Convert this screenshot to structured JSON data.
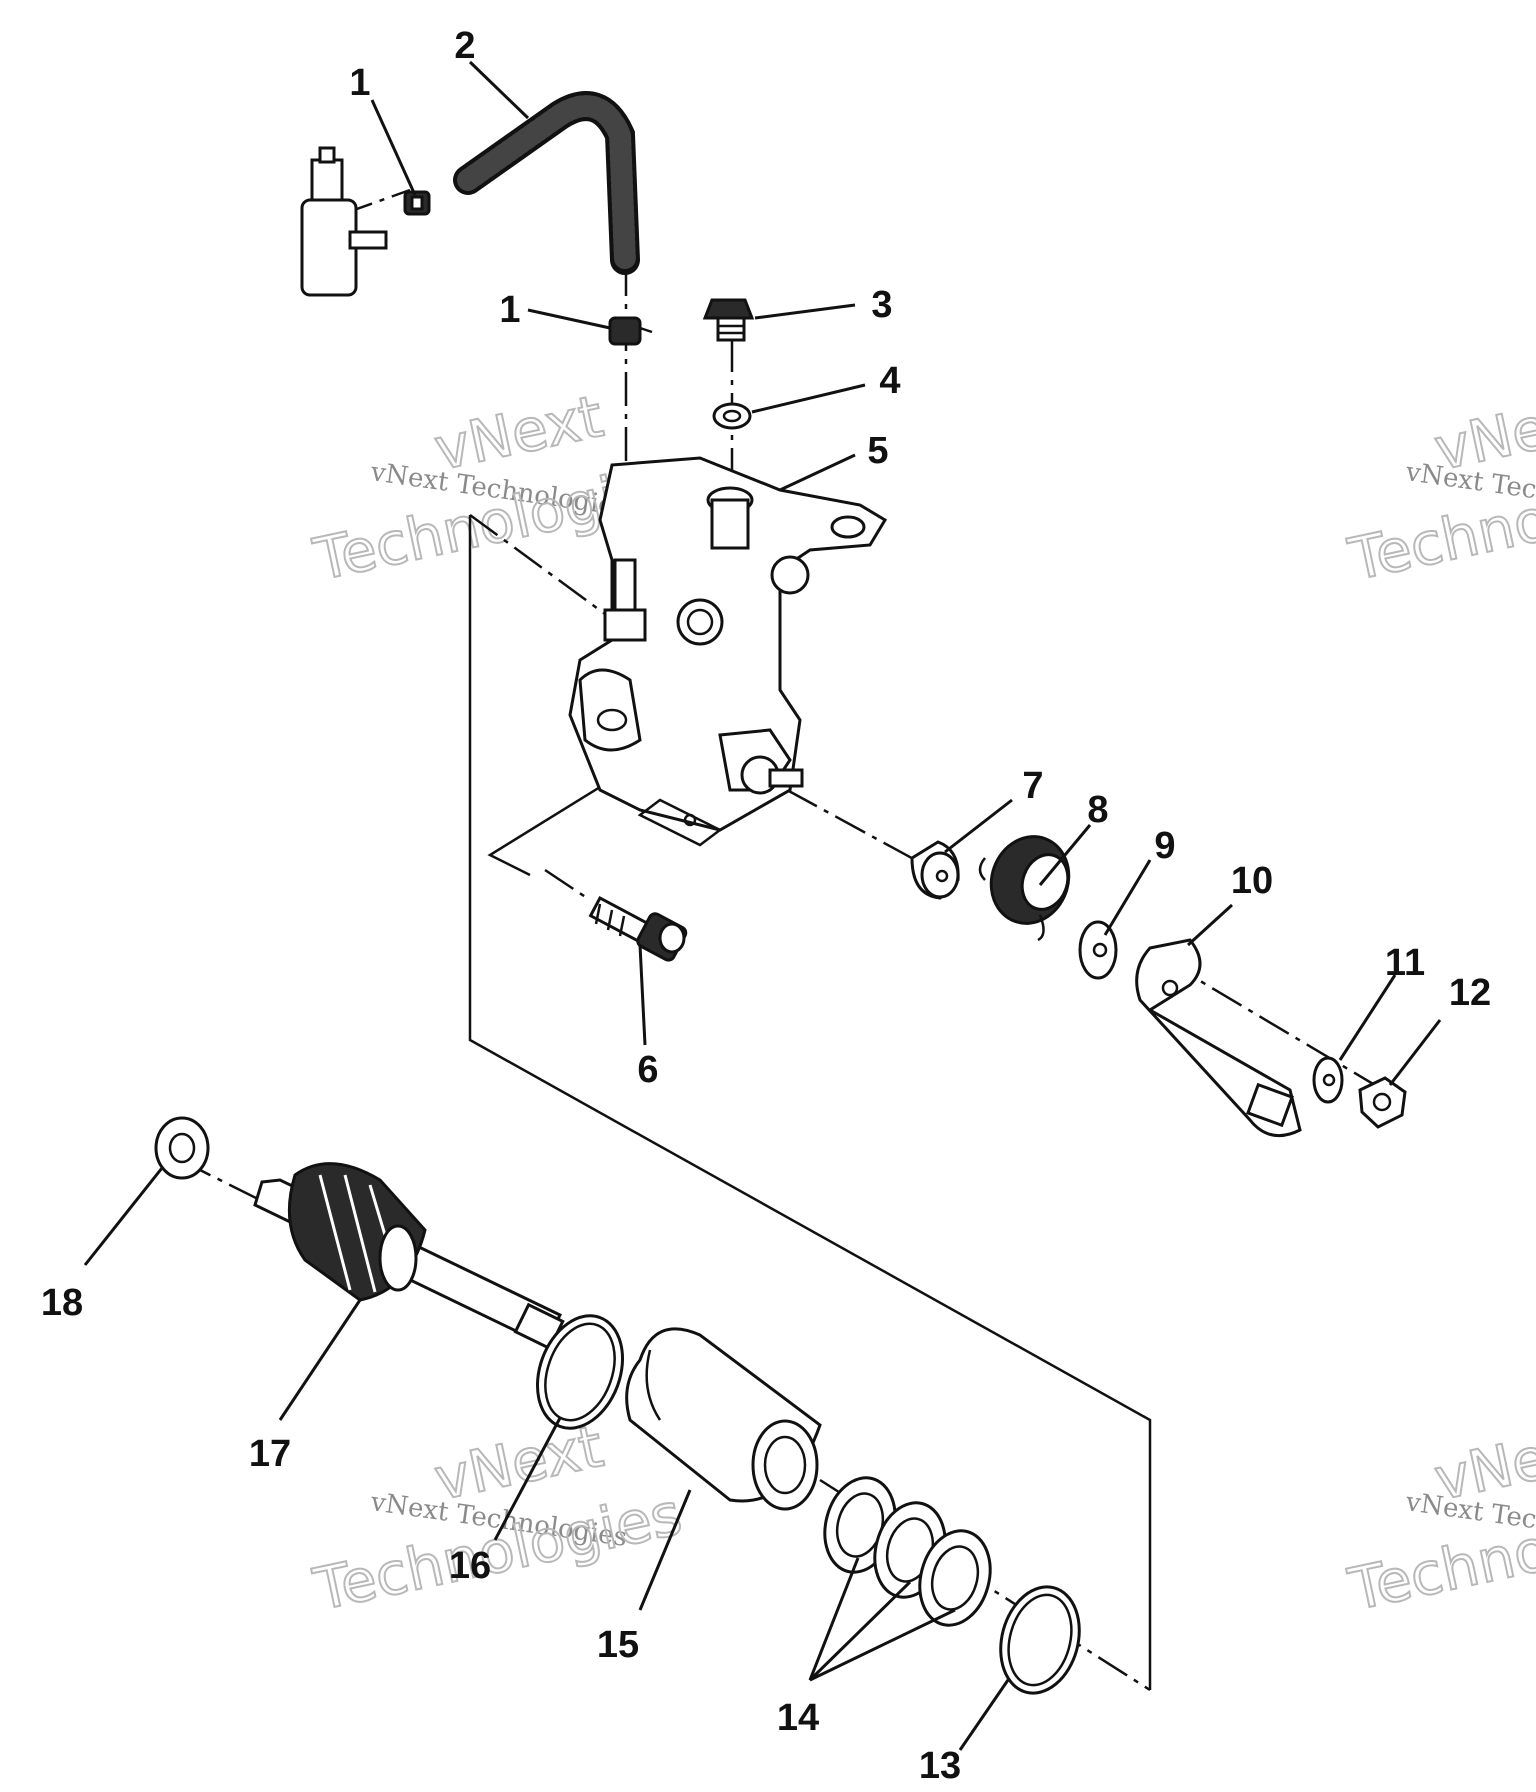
{
  "diagram": {
    "callouts": [
      "1",
      "2",
      "1",
      "3",
      "4",
      "5",
      "6",
      "7",
      "8",
      "9",
      "10",
      "11",
      "12",
      "13",
      "14",
      "15",
      "16",
      "17",
      "18"
    ],
    "watermark": {
      "line": "vNext Technologies",
      "big_top": "vNext",
      "big_bottom": "Technologies"
    }
  }
}
